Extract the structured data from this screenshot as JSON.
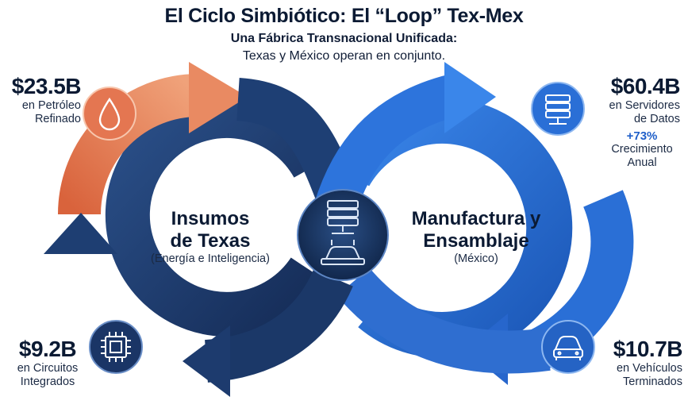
{
  "title": "El Ciclo Simbiótico: El “Loop” Tex-Mex",
  "subtitle_bold": "Una Fábrica Transnacional Unificada:",
  "subtitle": "Texas y México operan en conjunto.",
  "left_loop": {
    "heading_line1": "Insumos",
    "heading_line2": "de Texas",
    "sub": "(Energía e Inteligencia)"
  },
  "right_loop": {
    "heading_line1": "Manufactura y",
    "heading_line2": "Ensamblaje",
    "sub": "(México)"
  },
  "nodes": {
    "petroleo": {
      "value": "$23.5B",
      "line1": "en Petróleo",
      "line2": "Refinado",
      "icon": "oil-drop-icon"
    },
    "servidores": {
      "value": "$60.4B",
      "line1": "en Servidores",
      "line2": "de Datos",
      "growth": "+73%",
      "growth_line1": "Crecimiento",
      "growth_line2": "Anual",
      "icon": "server-icon"
    },
    "circuitos": {
      "value": "$9.2B",
      "line1": "en Circuitos",
      "line2": "Integrados",
      "icon": "chip-icon"
    },
    "vehiculos": {
      "value": "$10.7B",
      "line1": "en Vehículos",
      "line2": "Terminados",
      "icon": "car-icon"
    }
  },
  "center_icon": "server-and-assembly-icon",
  "colors": {
    "navy": "#1d3b6e",
    "blue": "#2466c8",
    "orange": "#e0704a",
    "text": "#0b1a33",
    "accent": "#1f5fc9"
  }
}
